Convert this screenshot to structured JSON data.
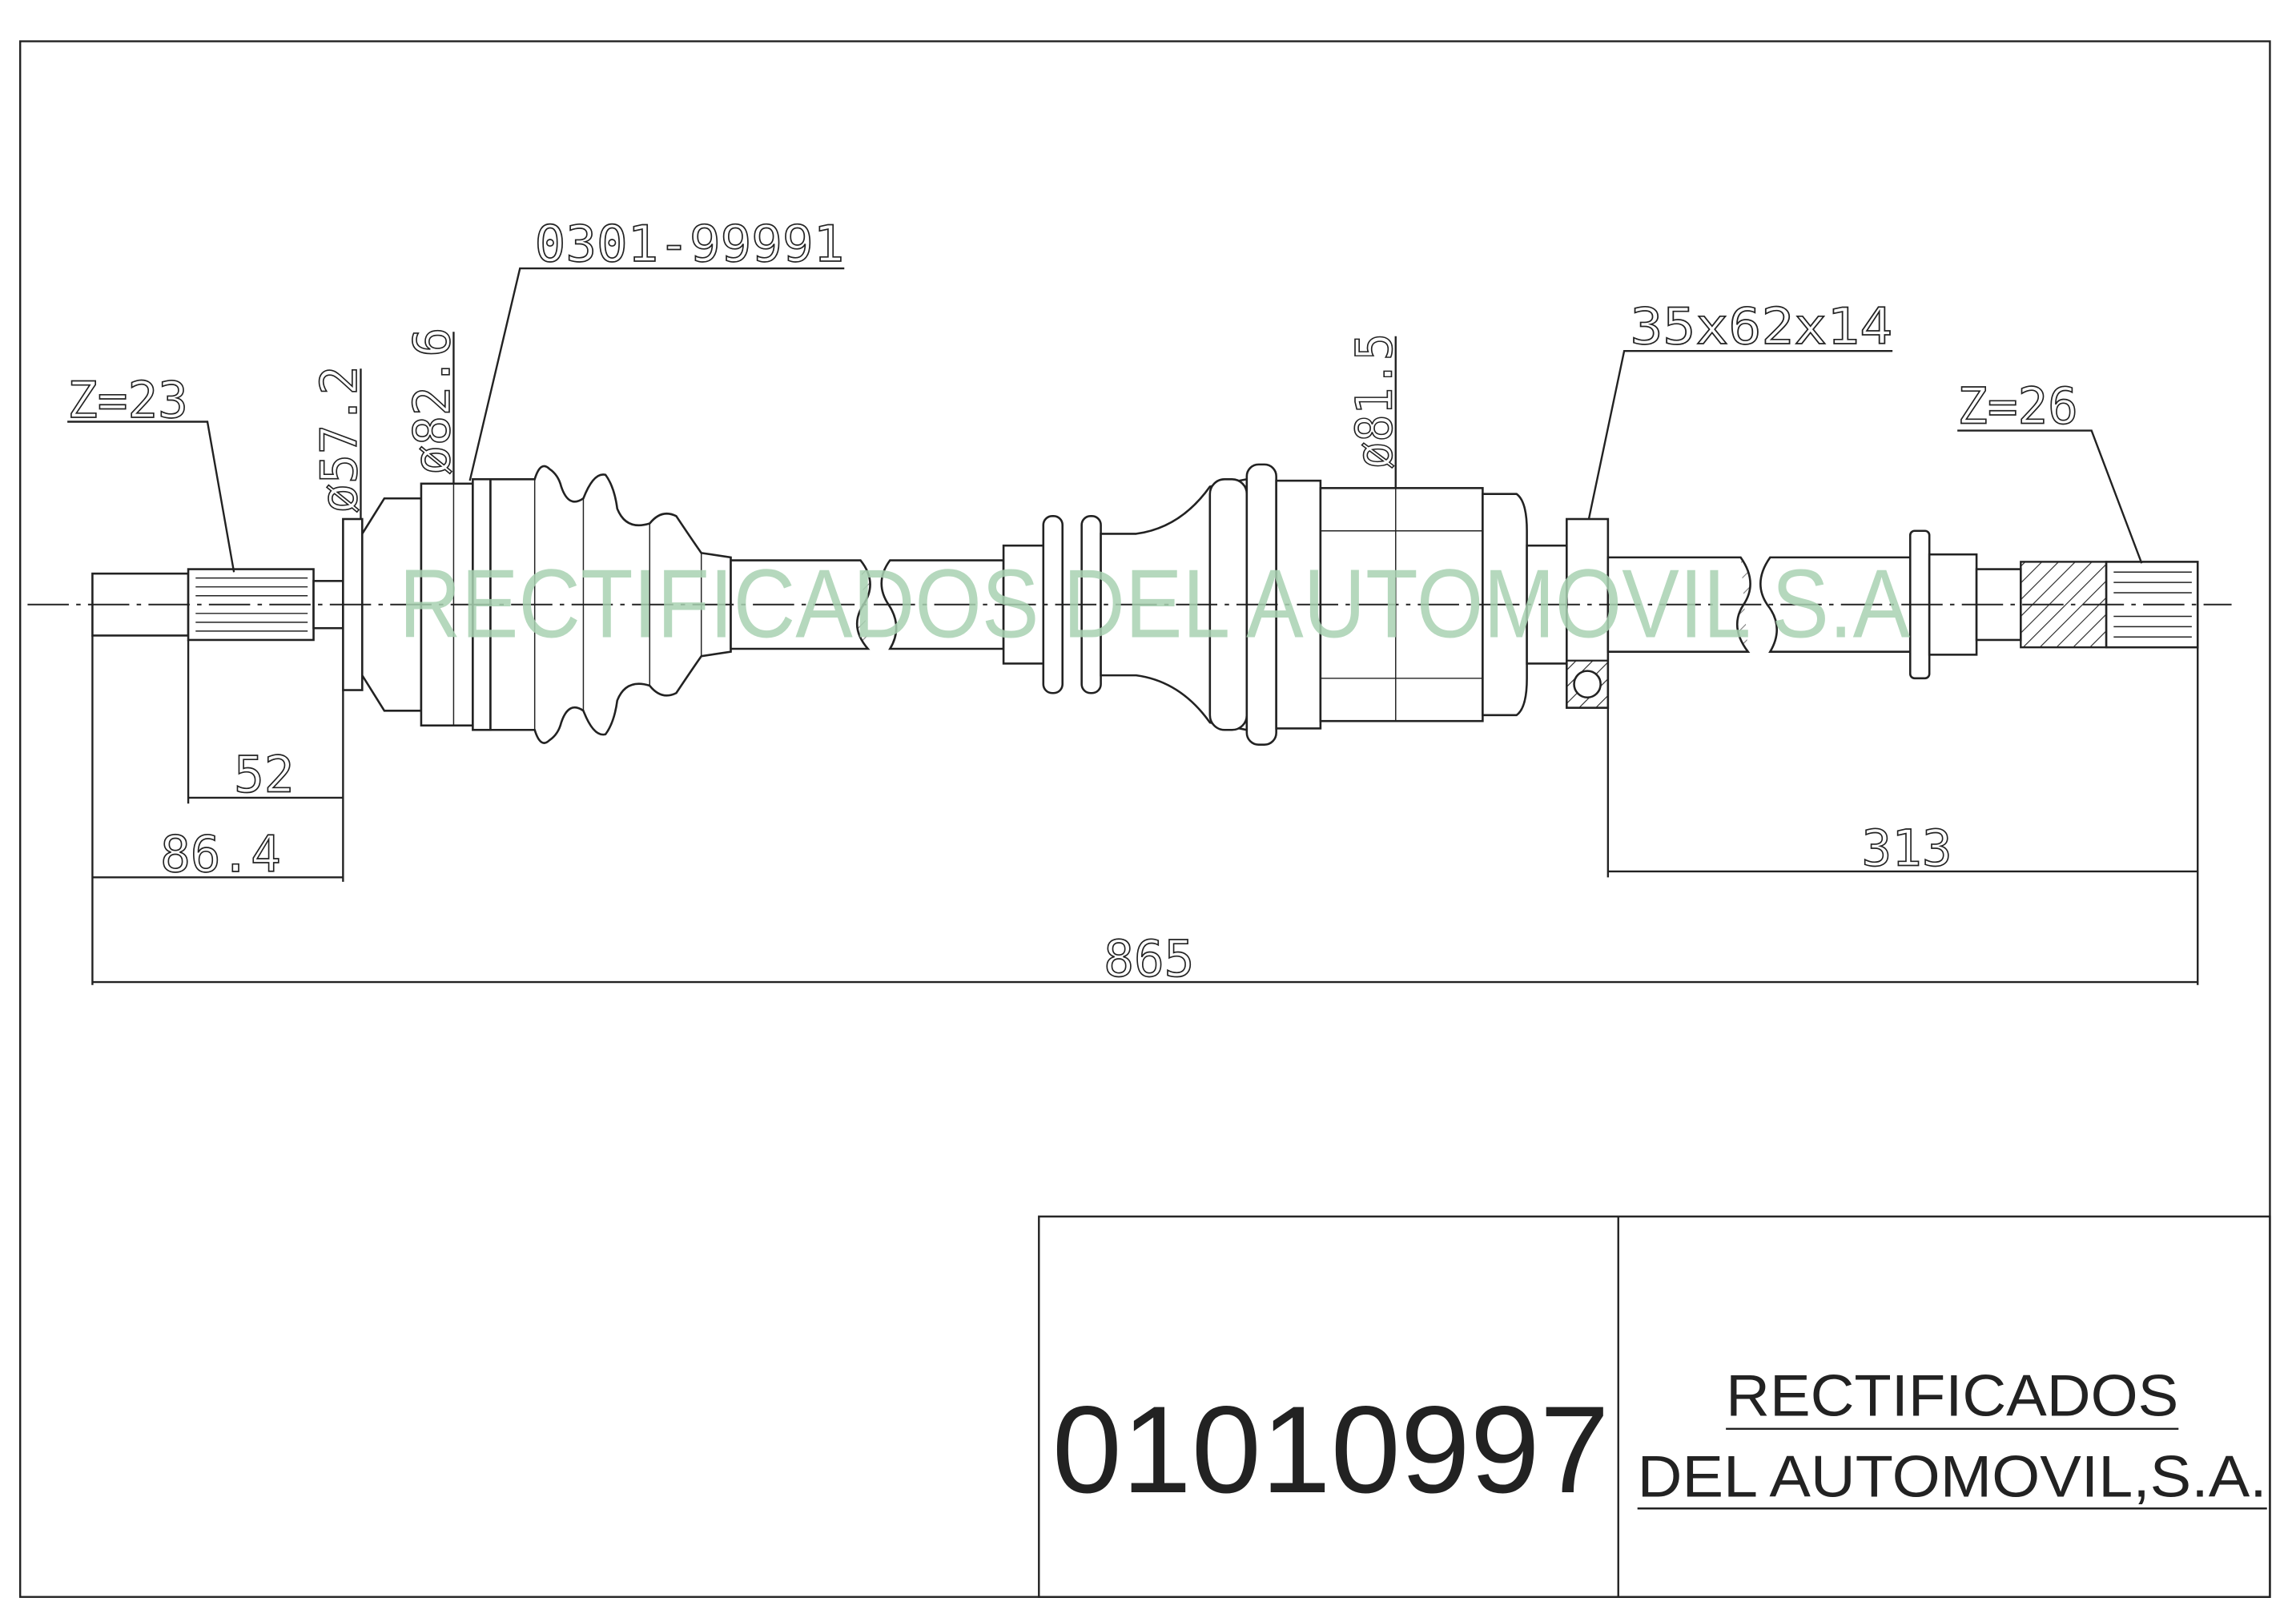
{
  "drawing": {
    "watermark": "RECTIFICADOS DEL AUTOMOVIL S.A",
    "labels": {
      "spline_left": "Z=23",
      "spline_right": "Z=26",
      "boot_kit": "0301-99991",
      "bearing": "35x62x14",
      "dia_flange": "ø57.2",
      "dia_outer_joint": "ø82.6",
      "dia_inner_joint": "ø81.5"
    },
    "dimensions": {
      "d52": "52",
      "d86": "86.4",
      "d313": "313",
      "d865": "865"
    }
  },
  "title_block": {
    "part_number": "01010997",
    "company_line1": "RECTIFICADOS",
    "company_line2": "DEL AUTOMOVIL,S.A."
  }
}
